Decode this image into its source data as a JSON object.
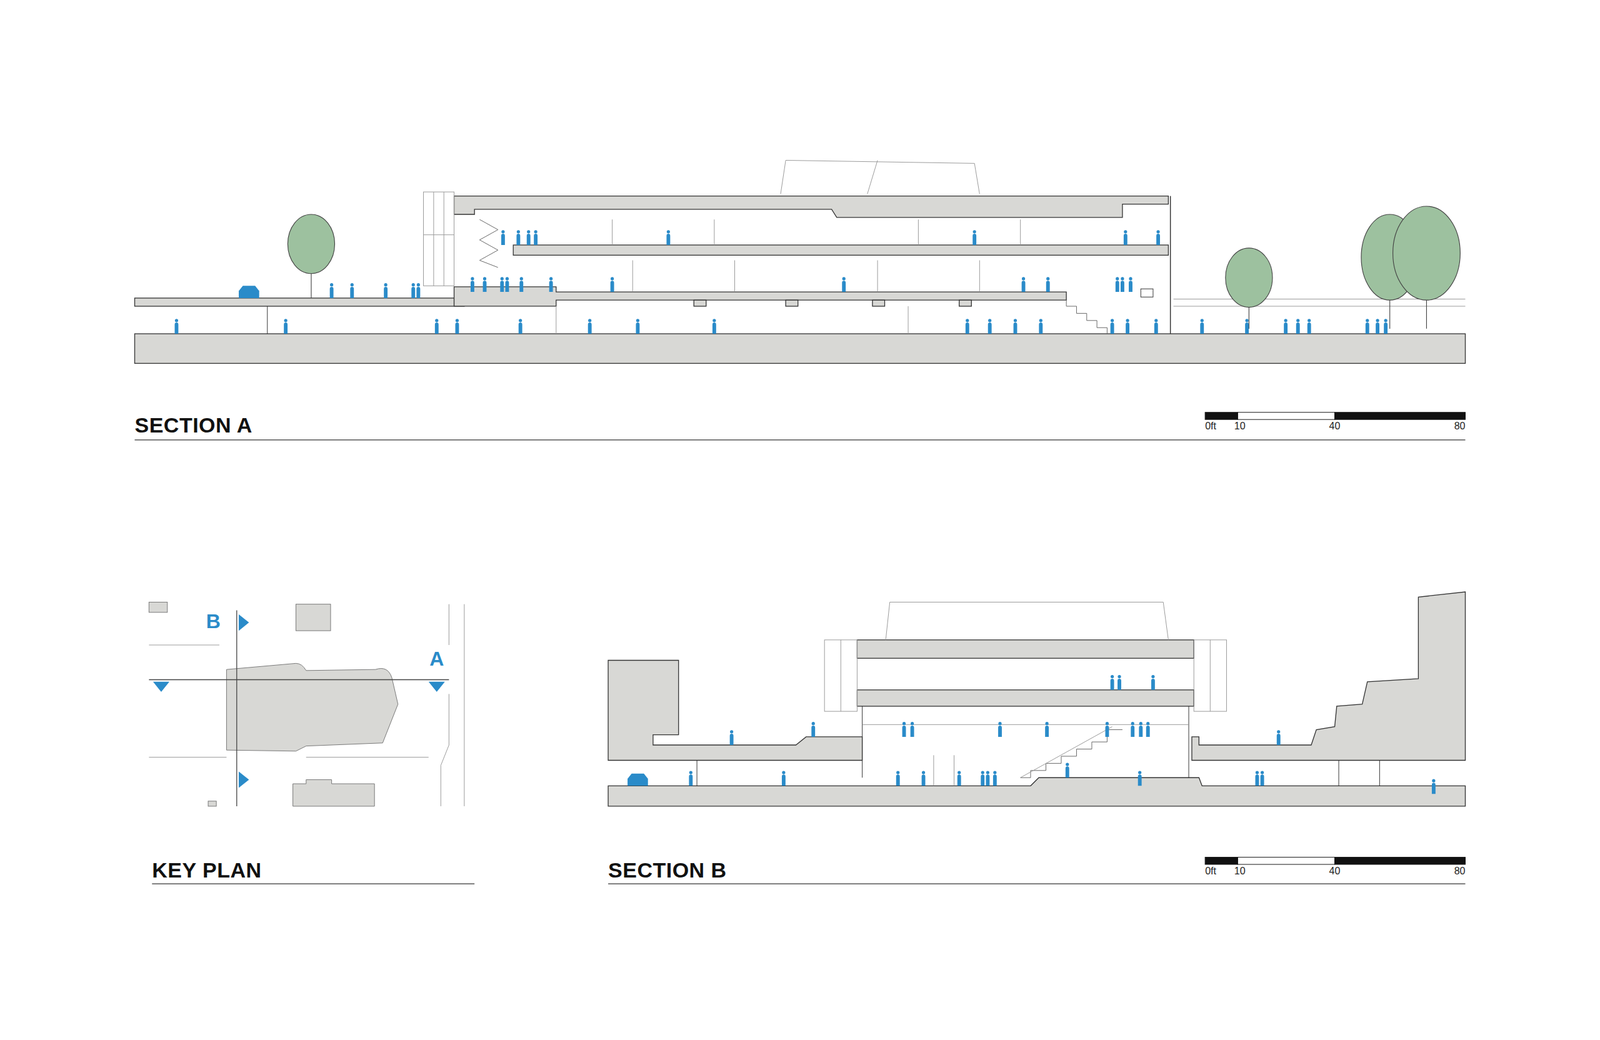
{
  "diagram": {
    "labels": [
      "SECTION A",
      "0ft",
      "10",
      "40",
      "80",
      "B",
      "A",
      "KEY PLAN",
      "SECTION B",
      "0ft",
      "10",
      "40",
      "80"
    ]
  }
}
